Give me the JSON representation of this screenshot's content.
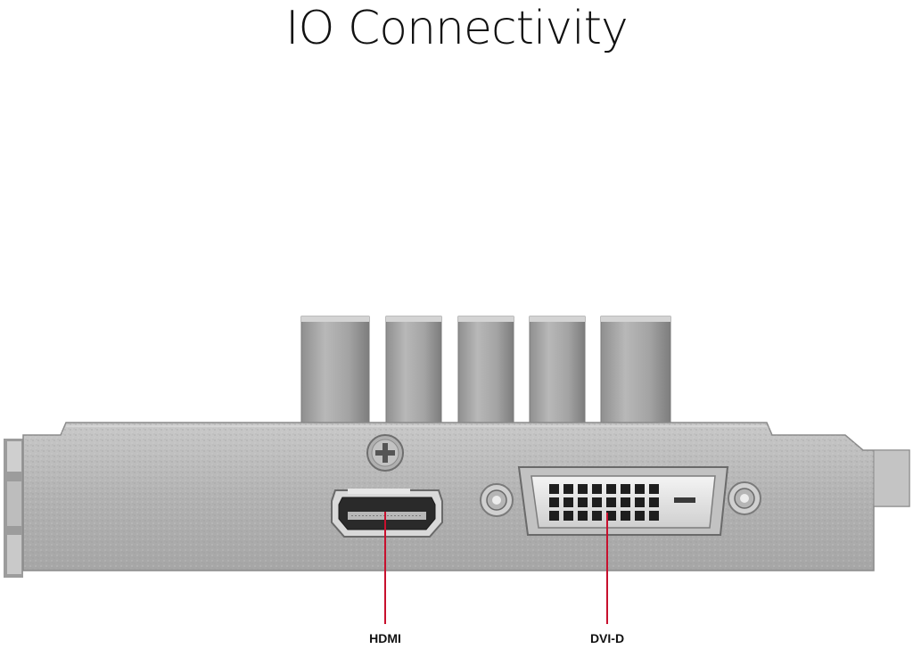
{
  "title": "IO Connectivity",
  "ports": [
    {
      "label": "HDMI",
      "icon": "hdmi-port-icon"
    },
    {
      "label": "DVI-D",
      "icon": "dvi-d-port-icon"
    }
  ],
  "colors": {
    "background": "#ffffff",
    "bracket": "#b5b5b5",
    "heatsink": "#a9a9a9",
    "callout_line": "#c8102e"
  }
}
